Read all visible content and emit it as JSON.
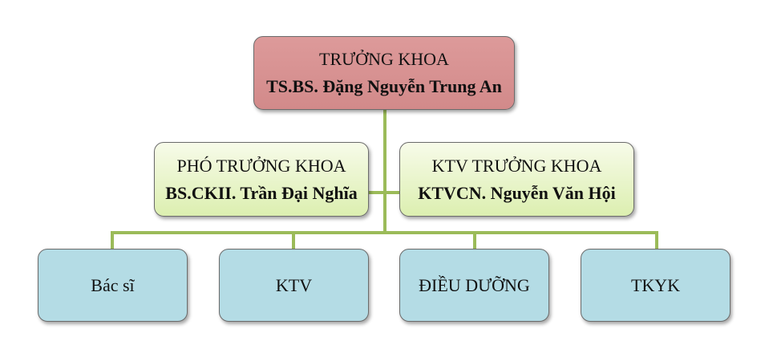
{
  "head": {
    "title": "TRƯỞNG KHOA",
    "name": "TS.BS. Đặng Nguyễn Trung An"
  },
  "deputies": [
    {
      "title": "PHÓ TRƯỞNG KHOA",
      "name": "BS.CKII. Trần Đại Nghĩa"
    },
    {
      "title": "KTV TRƯỞNG KHOA",
      "name": "KTVCN. Nguyễn Văn Hội"
    }
  ],
  "units": [
    "Bác sĩ",
    "KTV",
    "ĐIỀU DƯỠNG",
    "TKYK"
  ],
  "colors": {
    "connector": "#9bbb59",
    "head": "#d69494",
    "deputy": "#e6f4c4",
    "unit": "#b4dce5"
  }
}
